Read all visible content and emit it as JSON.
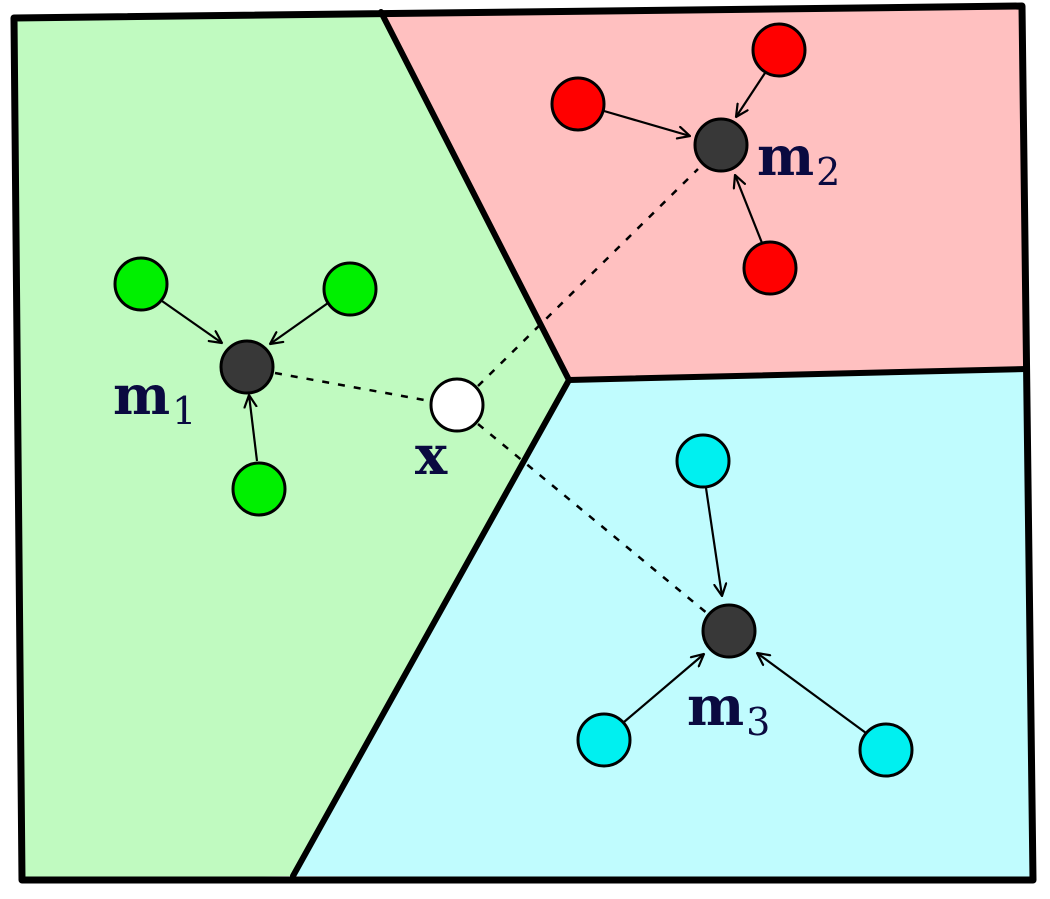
{
  "colors": {
    "region_green": "#c0fac0",
    "region_red": "#ffc0c0",
    "region_cyan": "#c0fcfe",
    "point_green": "#00f000",
    "point_red": "#ff0000",
    "point_cyan": "#00f0f0",
    "centroid": "#383838",
    "query_point": "#ffffff",
    "label_color": "#0a0a40",
    "border": "#000000"
  },
  "labels": {
    "m1": {
      "base": "m",
      "sub": "1"
    },
    "m2": {
      "base": "m",
      "sub": "2"
    },
    "m3": {
      "base": "m",
      "sub": "3"
    },
    "x": "x"
  },
  "clusters": [
    {
      "id": "m1",
      "region_color": "green",
      "member_points": 3
    },
    {
      "id": "m2",
      "region_color": "red",
      "member_points": 3
    },
    {
      "id": "m3",
      "region_color": "cyan",
      "member_points": 3
    }
  ]
}
